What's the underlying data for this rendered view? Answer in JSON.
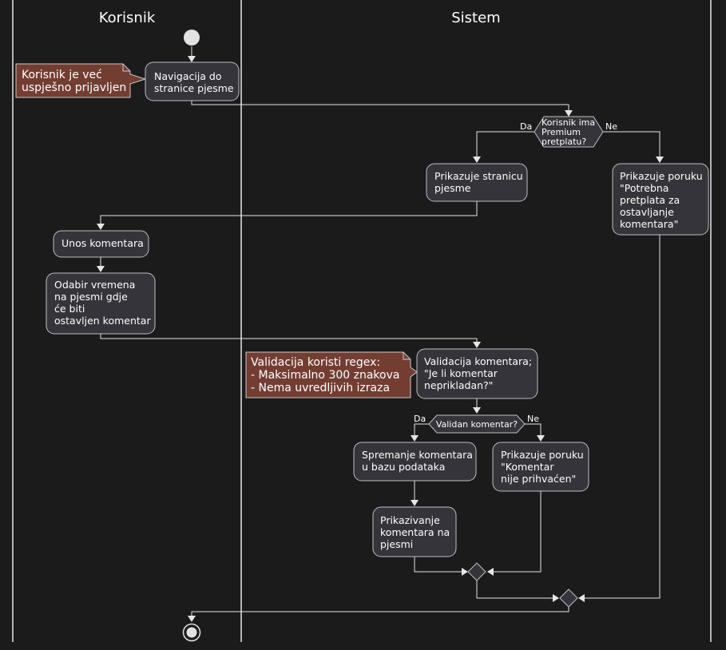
{
  "lanes": {
    "user": "Korisnik",
    "system": "Sistem"
  },
  "notes": {
    "logged_in": [
      "Korisnik je već",
      "uspješno prijavljen"
    ],
    "regex": [
      "Validacija koristi regex:",
      "- Maksimalno 300 znakova",
      "- Nema uvredljivih izraza"
    ]
  },
  "activities": {
    "navigate": [
      "Navigacija do",
      "stranice pjesme"
    ],
    "show_page": [
      "Prikazuje stranicu",
      "pjesme"
    ],
    "need_sub": [
      "Prikazuje poruku",
      "\"Potrebna",
      "pretplata za",
      "ostavljanje",
      "komentara\""
    ],
    "enter_comment": [
      "Unos komentara"
    ],
    "choose_time": [
      "Odabir vremena",
      "na pjesmi gdje",
      "će biti",
      "ostavljen komentar"
    ],
    "validate": [
      "Validacija komentara;",
      "\"Je li komentar",
      "neprikladan?\""
    ],
    "save": [
      "Spremanje komentara",
      "u bazu podataka"
    ],
    "display": [
      "Prikazivanje",
      "komentara na",
      "pjesmi"
    ],
    "rejected": [
      "Prikazuje poruku",
      "\"Komentar",
      "nije prihvaćen\""
    ]
  },
  "decisions": {
    "premium": {
      "question": [
        "Korisnik ima",
        "Premium",
        "pretplatu?"
      ],
      "yes": "Da",
      "no": "Ne"
    },
    "valid": {
      "question": [
        "Validan komentar?"
      ],
      "yes": "Da",
      "no": "Ne"
    }
  },
  "colors": {
    "background": "#1b1b1c",
    "activity_fill": "#34343a",
    "note_fill": "#733d32",
    "line": "#e6e6e6"
  }
}
